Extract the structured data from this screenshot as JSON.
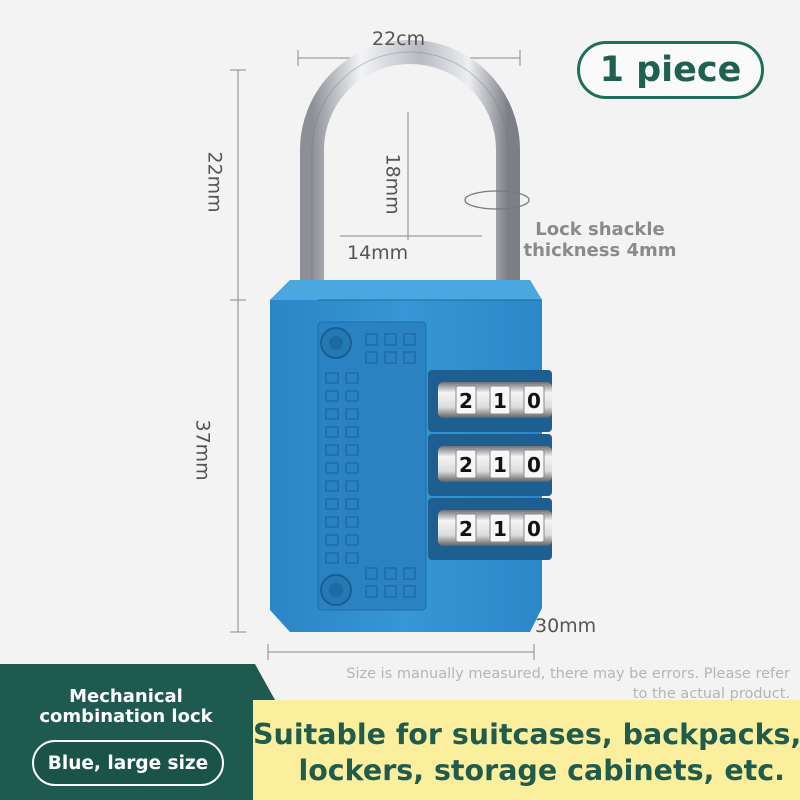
{
  "badge": {
    "quantity": "1 piece"
  },
  "dimensions": {
    "top_width": "22cm",
    "shackle_height": "22mm",
    "inner_height": "18mm",
    "inner_width": "14mm",
    "body_height": "37mm",
    "body_width": "30mm"
  },
  "shackle_note": {
    "line1": "Lock shackle",
    "line2": "thickness 4mm"
  },
  "disclaimer": {
    "line1": "Size is manually measured, there may be errors. Please refer",
    "line2": "to the actual product."
  },
  "product": {
    "type_line1": "Mechanical",
    "type_line2": "combination lock",
    "variant": "Blue, large size"
  },
  "usage": {
    "line1": "Suitable for suitcases, backpacks,",
    "line2": "lockers, storage cabinets, etc."
  },
  "dial_digits": [
    "2",
    "1",
    "0"
  ],
  "colors": {
    "lock_body": "#2f8fd0",
    "brand_green": "#1e5a4f",
    "highlight_yellow": "#fbee9c"
  }
}
